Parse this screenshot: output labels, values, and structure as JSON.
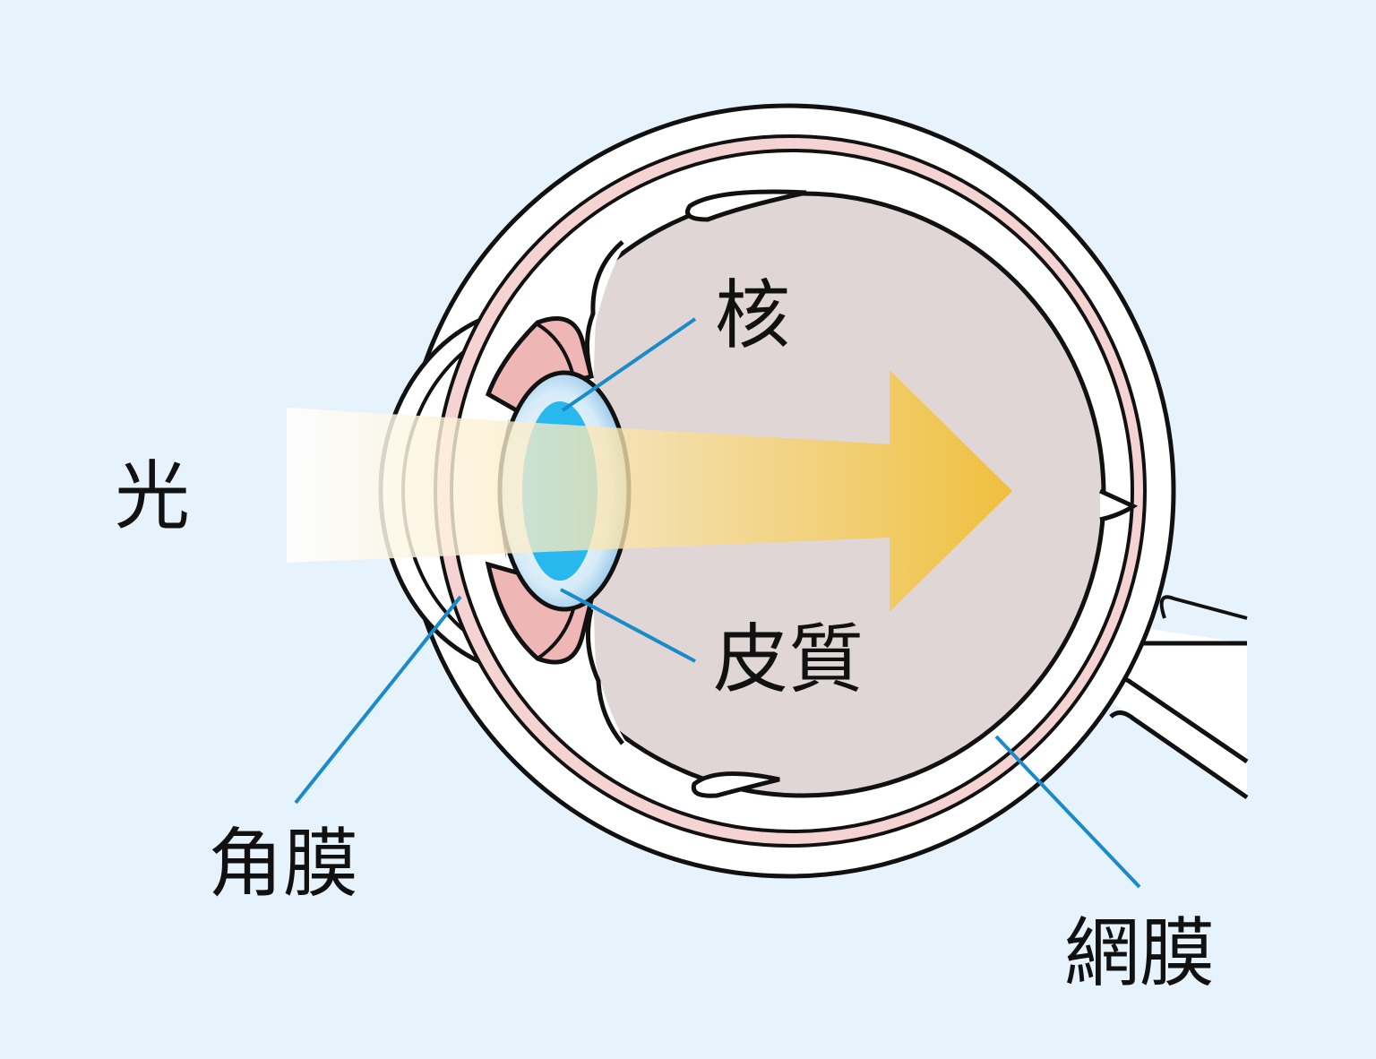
{
  "labels": {
    "light": "光",
    "nucleus": "核",
    "cortex": "皮質",
    "cornea": "角膜",
    "retina": "網膜"
  },
  "colors": {
    "background": "#e7f3fc",
    "outline": "#111111",
    "choroid_pink": "#f6d3d3",
    "iris_pink": "#eeb6b4",
    "vitreous": "#e0d6d5",
    "lens_blue": "#1eb4ec",
    "leader_line": "#1a8bc9",
    "light_arrow": "#f1bd2c"
  }
}
